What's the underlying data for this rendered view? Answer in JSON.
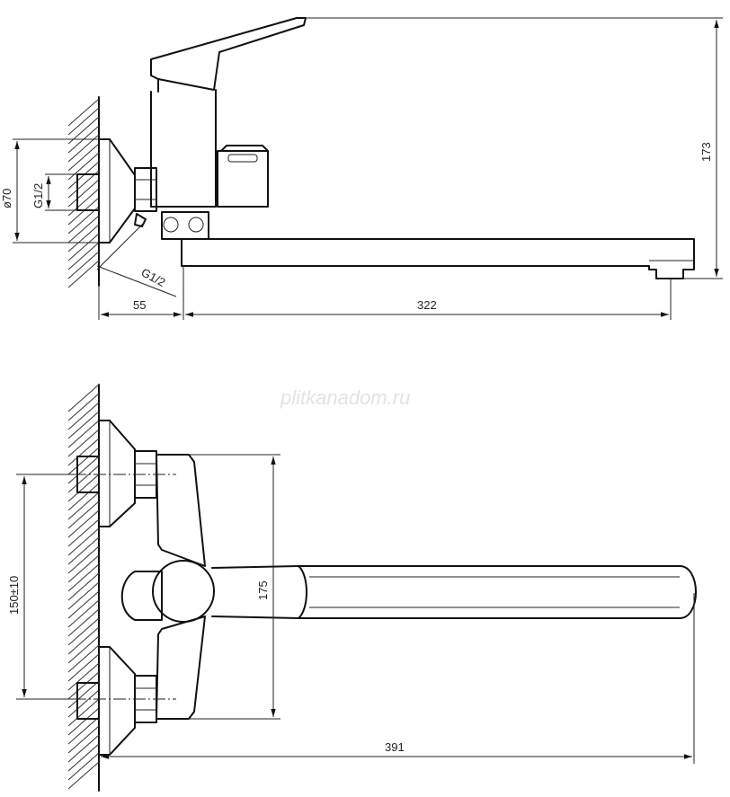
{
  "watermark": "plitkanadom.ru",
  "side_view": {
    "dim_flange_diameter": "ø70",
    "dim_inlet_thread": "G1/2",
    "dim_outlet_thread": "G1/2",
    "dim_height": "173",
    "dim_wall_offset": "55",
    "dim_spout_reach": "322"
  },
  "top_view": {
    "dim_center_distance": "150±10",
    "dim_body_length": "175",
    "dim_total_length": "391"
  }
}
